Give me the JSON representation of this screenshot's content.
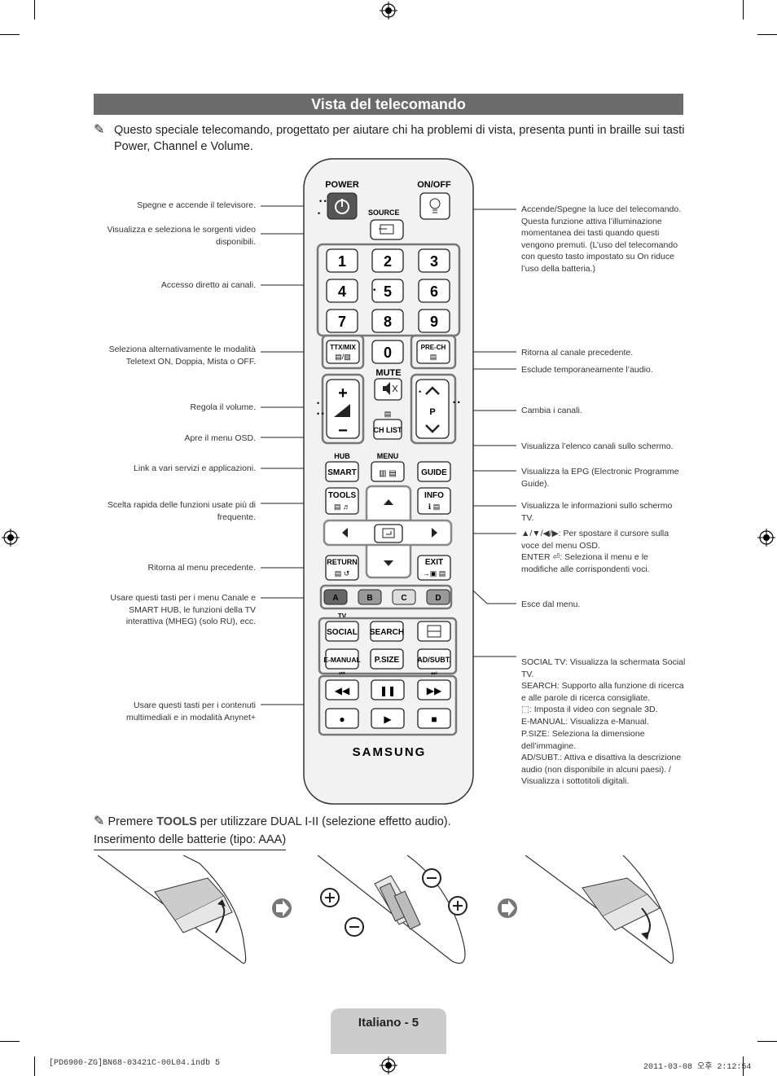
{
  "title": "Vista del telecomando",
  "intro": {
    "icon": "note-pencil-icon",
    "text": "Questo speciale telecomando, progettato per aiutare chi ha problemi di vista, presenta punti in braille sui tasti Power, Channel e Volume."
  },
  "left_labels": [
    "Spegne e accende il televisore.",
    "Visualizza e seleziona le sorgenti video disponibili.",
    "Accesso diretto ai canali.",
    "Seleziona alternativamente le modalità Teletext ON, Doppia, Mista o OFF.",
    "Regola il volume.",
    "Apre il menu OSD.",
    "Link a vari servizi e applicazioni.",
    "Scelta rapida delle funzioni usate più di frequente.",
    "Ritorna al menu precedente.",
    "Usare questi tasti per i menu Canale e SMART HUB, le funzioni della TV interattiva (MHEG) (solo RU), ecc.",
    "Usare questi tasti per i contenuti multimediali e in modalità Anynet+"
  ],
  "right_labels": [
    "Accende/Spegne la luce del telecomando. Questa funzione attiva l’illuminazione momentanea dei tasti quando questi vengono premuti. (L’uso del telecomando con questo tasto impostato su On riduce l’uso della batteria.)",
    "Ritorna al canale precedente.",
    "Esclude temporaneamente l’audio.",
    "Cambia i canali.",
    "Visualizza l’elenco canali sullo schermo.",
    "Visualizza la EPG (Electronic Programme Guide).",
    "Visualizza le informazioni sullo schermo TV.",
    "▲/▼/◀/▶: Per spostare il cursore sulla voce del menu OSD.",
    "ENTER ⏎: Seleziona il menu e le modifiche alle corrispondenti voci.",
    "Esce dal menu.",
    "SOCIAL TV: Visualizza la schermata Social TV.",
    "SEARCH: Supporto alla funzione di ricerca e alle parole di ricerca consigliate.",
    "⬚: Imposta il video con segnale 3D.",
    "E-MANUAL: Visualizza e-Manual.",
    "P.SIZE: Seleziona la dimensione dell’immagine.",
    "AD/SUBT.: Attiva e disattiva la descrizione audio (non disponibile in alcuni paesi). / Visualizza i sottotitoli digitali."
  ],
  "remote": {
    "power": "POWER",
    "onoff": "ON/OFF",
    "source": "SOURCE",
    "digits": [
      "1",
      "2",
      "3",
      "4",
      "5",
      "6",
      "7",
      "8",
      "9",
      "0"
    ],
    "ttx": "TTX/MIX",
    "prech": "PRE-CH",
    "mute": "MUTE",
    "chlist": "CH LIST",
    "p": "P",
    "hub": "HUB",
    "menu": "MENU",
    "smart": "SMART",
    "guide": "GUIDE",
    "tools": "TOOLS",
    "info": "INFO",
    "return": "RETURN",
    "exit": "EXIT",
    "colors": [
      "A",
      "B",
      "C",
      "D"
    ],
    "tv": "TV",
    "social": "SOCIAL",
    "search": "SEARCH",
    "emanual": "E-MANUAL",
    "psize": "P.SIZE",
    "adsubt": "AD/SUBT.",
    "brand": "SAMSUNG"
  },
  "tools_note": {
    "prefix": "Premere ",
    "keyword": "TOOLS",
    "suffix": " per utilizzare DUAL I-II (selezione effetto audio)."
  },
  "battery_title": "Inserimento delle batterie (tipo: AAA)",
  "footer": "Italiano - 5",
  "print_left": "[PD6900-ZG]BN68-03421C-00L04.indb   5",
  "print_right": "2011-03-08   오후 2:12:54"
}
